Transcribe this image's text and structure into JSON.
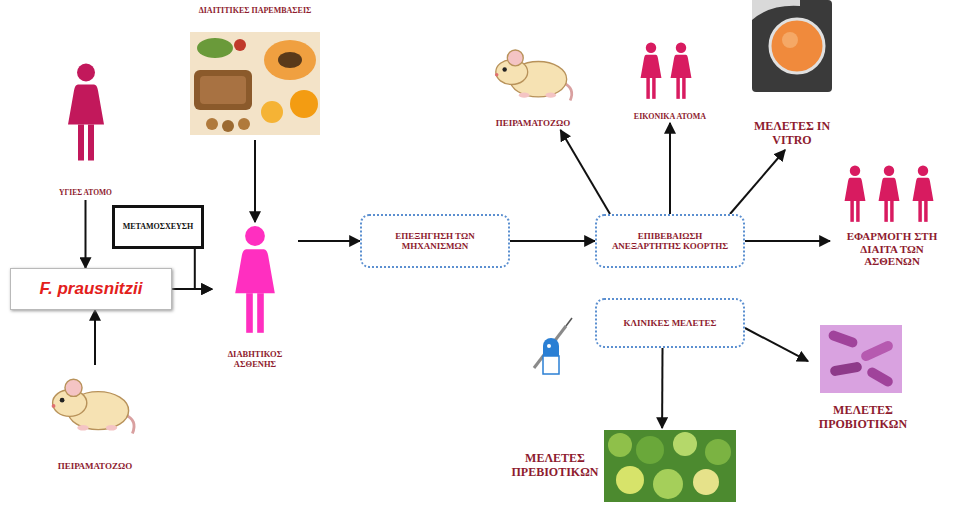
{
  "diagram": {
    "nodes": [
      {
        "text": [
          "ΥΓΙΕΣ ΑΤΟΜΟ"
        ]
      },
      {
        "text": [
          "ΔΙΑΙΤΙΤΙΚΕΣ ΠΑΡΕΜΒΑΣΕΙΣ"
        ]
      },
      {
        "text": [
          "ΜΕΤΑΜΟΣΧΕΥΣΗ"
        ]
      },
      {
        "text": [
          "F. prausnitzii"
        ]
      },
      {
        "text": [
          "ΠΕΙΡΑΜΑΤΟΖΩΟ"
        ]
      },
      {
        "text": [
          "ΔΙΑΒΗΤΙΚΟΣ ΑΣΘΕΝΗΣ"
        ]
      },
      {
        "text": [
          "ΕΠΕΞΗΓΗΣΗ ΤΩΝ ΜΗΧΑΝΙΣΜΩΝ"
        ]
      },
      {
        "text": [
          "ΕΠΙΒΕΒΑΙΩΣΗ ΑΝΕΞΑΡΤΗΤΗΣ ΚΟΟΡΤΗΣ"
        ]
      },
      {
        "text": [
          "ΚΛΙΝΙΚΕΣ ΜΕΛΕΤΕΣ"
        ]
      },
      {
        "text": [
          "ΠΕΙΡΑΜΑΤΟΖΩΟ"
        ]
      },
      {
        "text": [
          "ΕΙΚΟΝΙΚΑ ΑΤΟΜΑ"
        ]
      },
      {
        "text": [
          "ΜΕΛΕΤΕΣ IN VITRO"
        ]
      },
      {
        "text": [
          "ΕΦΑΡΜΟΓΗ ΣΤΗ ΔΙΑΙΤΑ ΤΩΝ ΑΣΘΕΝΩΝ"
        ]
      },
      {
        "text": [
          "ΜΕΛΕΤΕΣ ΠΡΟΒΙΟΤΙΚΩΝ"
        ]
      },
      {
        "text": [
          "ΜΕΛΕΤΕΣ ΠΡΕΒΙΟΤΙΚΩΝ"
        ]
      }
    ],
    "edges": [
      {
        "from": 0,
        "to": 3,
        "arrow": "to"
      },
      {
        "from": 4,
        "to": 3,
        "arrow": "to"
      },
      {
        "from": 3,
        "to": 5,
        "arrow": "to"
      },
      {
        "from": 2,
        "to": 5,
        "arrow": "to"
      },
      {
        "from": 1,
        "to": 5,
        "arrow": "to"
      },
      {
        "from": 5,
        "to": 6,
        "arrow": "to"
      },
      {
        "from": 6,
        "to": 7,
        "arrow": "to"
      },
      {
        "from": 7,
        "to": 9,
        "arrow": "to"
      },
      {
        "from": 7,
        "to": 10,
        "arrow": "to"
      },
      {
        "from": 7,
        "to": 11,
        "arrow": "to"
      },
      {
        "from": 7,
        "to": 12,
        "arrow": "to"
      },
      {
        "from": 8,
        "to": 14,
        "arrow": "to"
      },
      {
        "from": 8,
        "to": 13,
        "arrow": "to"
      }
    ]
  }
}
